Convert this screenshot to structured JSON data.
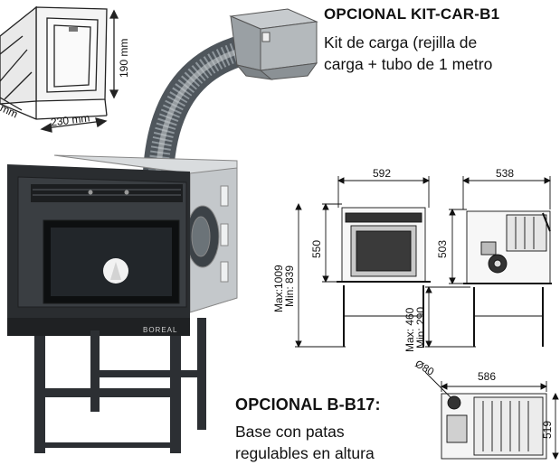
{
  "kit_car": {
    "title": "OPCIONAL KIT-CAR-B1",
    "line1": "Kit de carga (rejilla de",
    "line2": "carga + tubo de 1 metro"
  },
  "base": {
    "title": "OPCIONAL B-B17:",
    "line1": "Base con patas",
    "line2": "regulables en altura"
  },
  "grille_dims": {
    "height": "190 mm",
    "width": "230 mm",
    "depth_fragment": "mm"
  },
  "front_view": {
    "width": "592",
    "height": "550",
    "max_height": "Max:1009",
    "min_height": "Min: 839"
  },
  "side_view": {
    "depth": "538",
    "height": "503",
    "max_height": "Max: 460",
    "min_height": "Min: 290"
  },
  "top_view": {
    "diameter": "Ø80",
    "width": "586",
    "depth": "519"
  },
  "brand_label": "BOREAL"
}
